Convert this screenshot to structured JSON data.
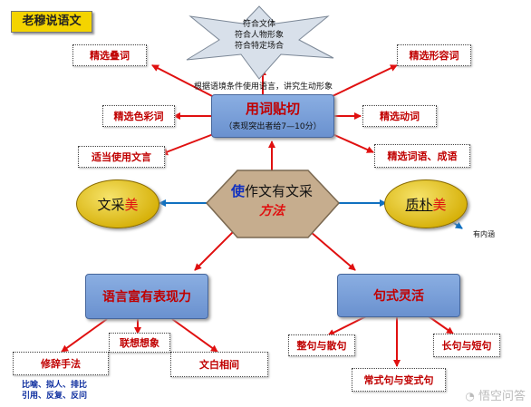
{
  "logo": "老穆说语文",
  "star": {
    "line1": "符合文体",
    "line2": "符合人物形象",
    "line3": "符合特定场合"
  },
  "note_top": "根据语境条件使用语言，讲究生动形象",
  "top_box": {
    "title": "用词贴切",
    "subtitle": "（表现突出者给7—10分）"
  },
  "left_leaves": [
    "精选叠词",
    "精选色彩词",
    "适当使用文言"
  ],
  "right_leaves": [
    "精选形容词",
    "精选动词",
    "精选词语、成语"
  ],
  "center": {
    "shi": "使",
    "rest": "作文有文采",
    "method": "方法"
  },
  "left_ellipse": {
    "a": "文采",
    "b": "美"
  },
  "right_ellipse": {
    "a": "质朴",
    "b": "美"
  },
  "note_right": "有内涵",
  "bottom_left": {
    "title": "语言富有表现力",
    "leaves": [
      "修辞手法",
      "联想想象",
      "文白相间"
    ],
    "rhetoric": [
      "比喻、拟人、排比",
      "引用、反复、反问"
    ]
  },
  "bottom_right": {
    "title": "句式灵活",
    "leaves": [
      "整句与散句",
      "常式句与变式句",
      "长句与短句"
    ]
  },
  "watermark": "悟空问答",
  "colors": {
    "arrow_red": "#e01010",
    "arrow_blue": "#1070c0",
    "box_blue": "#7aa0db",
    "ellipse_gold": "#e0be1c",
    "hex_brown": "#c8b090"
  }
}
